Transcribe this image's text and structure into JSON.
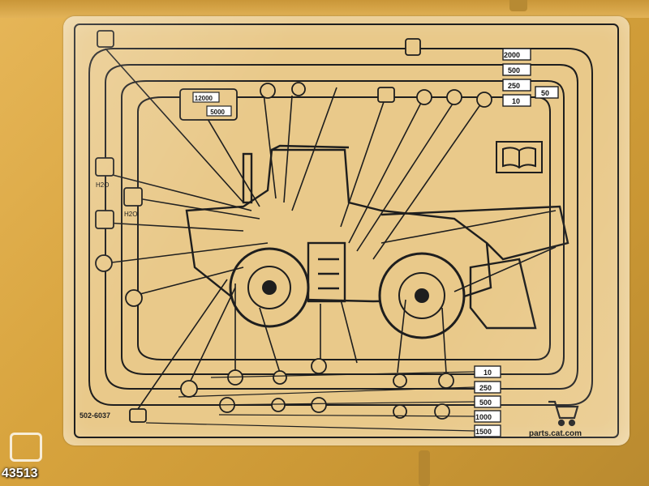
{
  "decal": {
    "part_number": "502-6037",
    "website": "parts.cat.com",
    "top_right_intervals": [
      "2000",
      "500",
      "250",
      "10"
    ],
    "top_right_side_interval": "50",
    "engine_intervals": [
      "12000",
      "5000"
    ],
    "bottom_intervals": [
      "10",
      "250",
      "500",
      "1000",
      "1500"
    ],
    "coolant_label_a": "H2O",
    "coolant_label_b": "H2O",
    "manual_icon": "open-book-icon",
    "cart_icon": "shopping-cart-icon"
  },
  "watermark": {
    "listing_number": "43513"
  },
  "colors": {
    "machine_paint": "#d9a640",
    "decal_background": "#e9c98a",
    "line_color": "#1e1e1e"
  }
}
